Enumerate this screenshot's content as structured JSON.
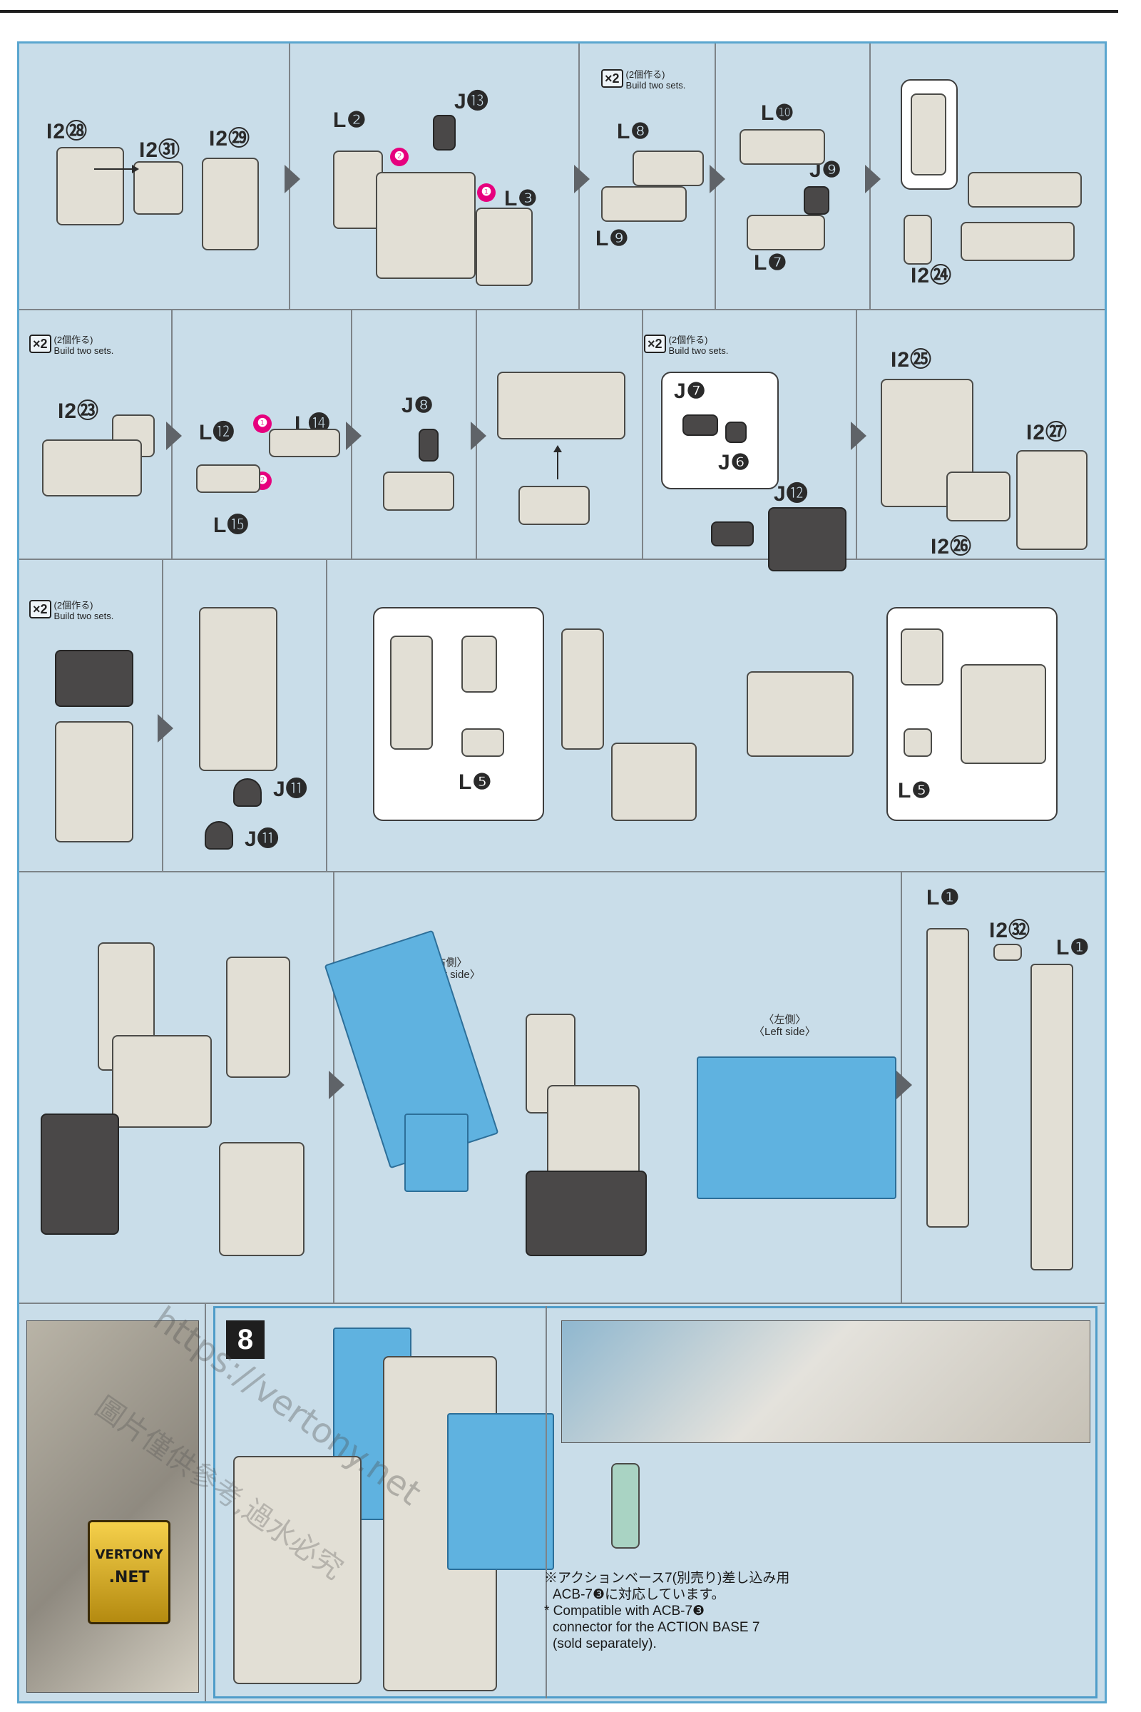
{
  "sets_badge": "×2",
  "sets_note_jp": "(2個作る)",
  "sets_note_en": "Build two sets.",
  "row1": {
    "p1": [
      "I2㉘",
      "I2㉛",
      "I2㉙"
    ],
    "p2": [
      "L❷",
      "J⓭",
      "L❸"
    ],
    "p3": [
      "L❽",
      "L❾"
    ],
    "p4": [
      "L❿",
      "J❾",
      "L❼"
    ],
    "p5": [
      "I2㉔"
    ]
  },
  "row2": {
    "p1": [
      "I2㉓"
    ],
    "p2": [
      "L⓬",
      "L⓮",
      "L⓯"
    ],
    "p3": [
      "J❽"
    ],
    "p5": [
      "J❼",
      "J❻",
      "J⓬"
    ],
    "p6": [
      "I2㉕",
      "I2㉗",
      "I2㉖"
    ]
  },
  "row3": {
    "p2": [
      "J⓫",
      "J⓫"
    ],
    "p3": [
      "L❺",
      "L❺"
    ]
  },
  "row4": {
    "right_jp": "〈右側〉",
    "right_en": "〈Right side〉",
    "left_jp": "〈左側〉",
    "left_en": "〈Left side〉",
    "p3": [
      "L❶",
      "I2㉜",
      "L❶"
    ]
  },
  "pins": [
    "❶",
    "❷"
  ],
  "step8": "8",
  "note": {
    "jp1": "※アクションベース7(別売り)差し込み用",
    "jp2": "ACB-7❸に対応しています。",
    "en1": "* Compatible with ACB-7❸",
    "en2": "connector for the ACTION BASE 7",
    "en3": "(sold separately)."
  },
  "logo": [
    "VERTONY",
    ".NET"
  ],
  "watermark": "https://vertony.net",
  "watermark_cn": "圖片僅供參考,過水必究"
}
